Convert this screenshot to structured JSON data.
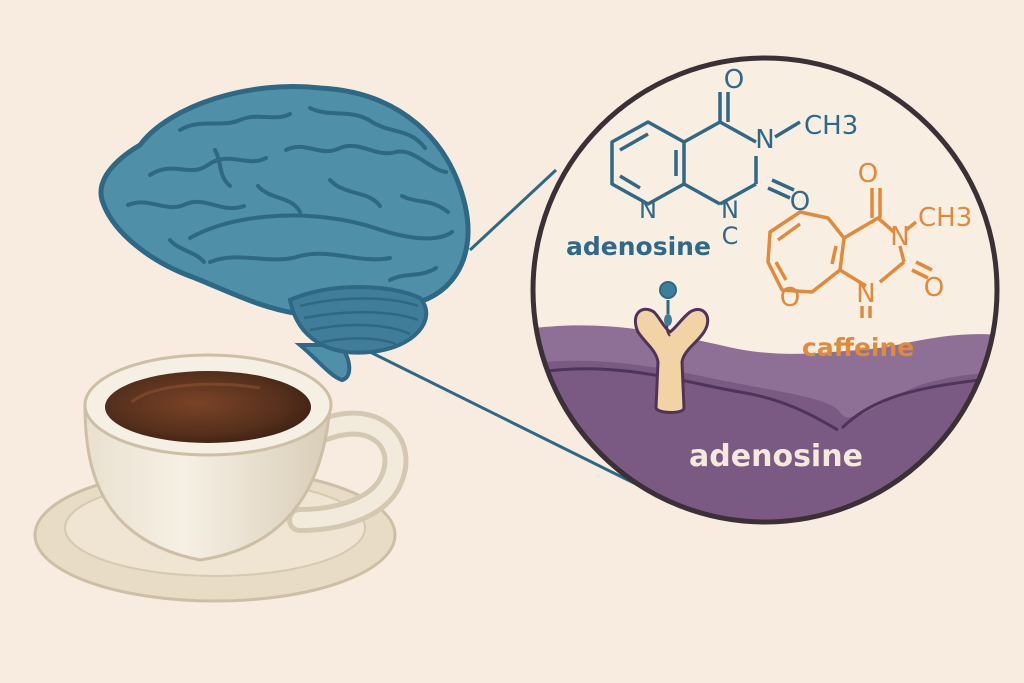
{
  "labels": {
    "adenosine_molecule": "adenosine",
    "caffeine_molecule": "caffeine",
    "adenosine_membrane": "adenosine"
  },
  "atoms": {
    "adenosine": {
      "o_top": "O",
      "n_methyl": "N",
      "methyl": "CH3",
      "o_right": "O",
      "n_ring": "N",
      "n_bottom": "N",
      "c_bottom": "C"
    },
    "caffeine": {
      "o_top": "O",
      "n_methyl": "N",
      "methyl": "CH3",
      "o_right": "O",
      "o_ring": "O",
      "n_bottom": "N"
    }
  },
  "colors": {
    "background": "#f8ece0",
    "brain": "#4f8fa8",
    "brain_outline": "#2f6884",
    "adenosine": "#2f6987",
    "caffeine": "#e08a3a",
    "membrane": "#8e6f95",
    "receptor": "#f1d3a6",
    "coffee": "#4a2717",
    "cup": "#f2ebdc"
  }
}
